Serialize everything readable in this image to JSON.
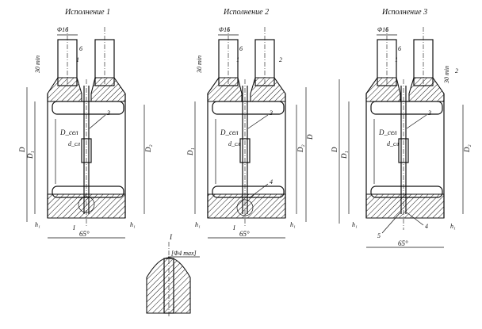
{
  "variants": [
    {
      "id": "v1",
      "title": "Исполнение 1",
      "top_dim": "Φ16",
      "length_dim": "30 min",
      "part_labels": [
        "6",
        "1",
        "3"
      ],
      "dia_labels": [
        "D",
        "D₁",
        "D_сел",
        "d_сл"
      ],
      "dia_right": "D₂",
      "section_mark": "I",
      "h_labels": [
        "h₁",
        "h₁"
      ],
      "angle": "65°"
    },
    {
      "id": "v2",
      "title": "Исполнение 2",
      "top_dim": "Φ16",
      "length_dim": "30 min",
      "part_labels": [
        "6",
        "1",
        "2",
        "3",
        "4"
      ],
      "dia_labels": [
        "D₁",
        "D_сел",
        "d_сл"
      ],
      "dia_right": [
        "D₂",
        "D"
      ],
      "section_mark": "I",
      "h_labels": [
        "h₁",
        "h₁"
      ],
      "angle": "65°"
    },
    {
      "id": "v3",
      "title": "Исполнение 3",
      "top_dim": "Φ16",
      "length_dim": "30 min",
      "part_labels": [
        "6",
        "1",
        "2",
        "3",
        "5",
        "4"
      ],
      "dia_labels": [
        "D",
        "D₁",
        "D_сел",
        "d_сл"
      ],
      "dia_right": "D₂",
      "h_labels": [
        "h₁",
        "h₁"
      ],
      "angle": "65°"
    }
  ],
  "detail": {
    "mark": "I",
    "dim": "[Φ4 max]"
  }
}
